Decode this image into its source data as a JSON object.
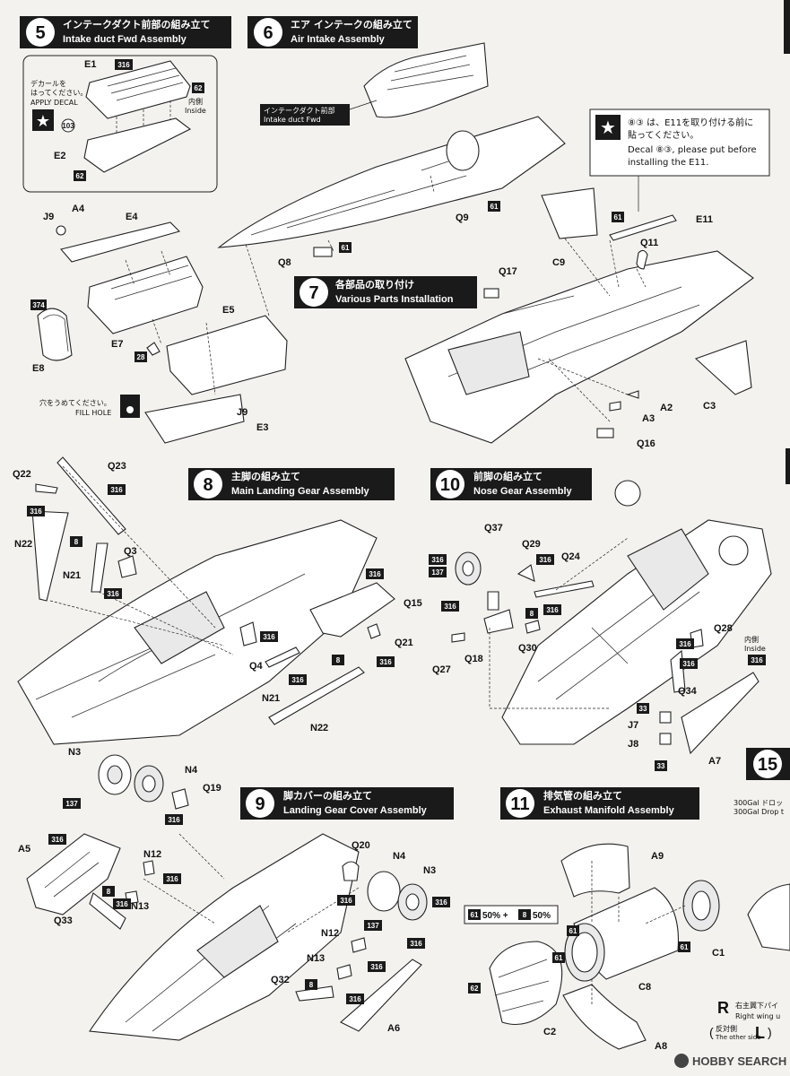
{
  "steps": [
    {
      "num": "5",
      "jp": "インテークダクト前部の組み立て",
      "en": "Intake duct Fwd Assembly"
    },
    {
      "num": "6",
      "jp": "エア インテークの組み立て",
      "en": "Air Intake Assembly"
    },
    {
      "num": "7",
      "jp": "各部品の取り付け",
      "en": "Various Parts Installation"
    },
    {
      "num": "8",
      "jp": "主脚の組み立て",
      "en": "Main Landing Gear Assembly"
    },
    {
      "num": "10",
      "jp": "前脚の組み立て",
      "en": "Nose Gear Assembly"
    },
    {
      "num": "9",
      "jp": "脚カバーの組み立て",
      "en": "Landing Gear Cover Assembly"
    },
    {
      "num": "11",
      "jp": "排気管の組み立て",
      "en": "Exhaust Manifold Assembly"
    },
    {
      "num": "15",
      "jp": "",
      "en": ""
    }
  ],
  "notes": {
    "decal_jp_1": "デカールを",
    "decal_jp_2": "はってください。",
    "decal_en": "APPLY DECAL",
    "decal_no": "103",
    "inside_jp": "内側",
    "inside_en": "Inside",
    "fill_jp": "穴をうめてください。",
    "fill_en": "FILL HOLE",
    "intake_tag_jp": "インテークダクト前部",
    "intake_tag_en": "Intake duct Fwd",
    "e11_jp_1": "⑧③ は、E11を取り付ける前に",
    "e11_jp_2": "貼ってください。",
    "e11_en_1": "Decal ⑧③, please put before",
    "e11_en_2": "installing the E11.",
    "mix_a": "61",
    "mix_a_pct": "50% +",
    "mix_b": "8",
    "mix_b_pct": "50%",
    "drop_jp": "300Gal ドロッ",
    "drop_en": "300Gal Drop t",
    "right_letter": "R",
    "right_jp": "右主翼下パイ",
    "right_en": "Right wing u",
    "other_jp": "反対側",
    "other_en": "The other side",
    "left_letter": "L",
    "watermark": "HOBBY SEARCH"
  },
  "parts": {
    "E1": "E1",
    "E2": "E2",
    "A4": "A4",
    "E4": "E4",
    "J9": "J9",
    "E7": "E7",
    "E8": "E8",
    "E5": "E5",
    "E3": "E3",
    "Q8": "Q8",
    "Q9": "Q9",
    "Q17": "Q17",
    "C9": "C9",
    "Q11": "Q11",
    "E11": "E11",
    "A2": "A2",
    "A3": "A3",
    "C3": "C3",
    "Q16": "Q16",
    "Q22": "Q22",
    "Q23": "Q23",
    "N22": "N22",
    "N21": "N21",
    "Q3": "Q3",
    "Q15": "Q15",
    "Q21": "Q21",
    "Q4": "Q4",
    "Q37": "Q37",
    "Q29": "Q29",
    "Q24": "Q24",
    "Q27": "Q27",
    "Q18": "Q18",
    "Q30": "Q30",
    "Q28": "Q28",
    "Q34": "Q34",
    "J7": "J7",
    "J8": "J8",
    "A7": "A7",
    "N3": "N3",
    "N4": "N4",
    "Q19": "Q19",
    "A5": "A5",
    "N12": "N12",
    "N13": "N13",
    "Q33": "Q33",
    "Q20": "Q20",
    "Q32": "Q32",
    "A6": "A6",
    "A9": "A9",
    "C1": "C1",
    "C8": "C8",
    "C2": "C2",
    "A8": "A8"
  },
  "colors": {
    "c316": "316",
    "c62": "62",
    "c61": "61",
    "c28": "28",
    "c374": "374",
    "c8": "8",
    "c137": "137",
    "c33": "33"
  }
}
